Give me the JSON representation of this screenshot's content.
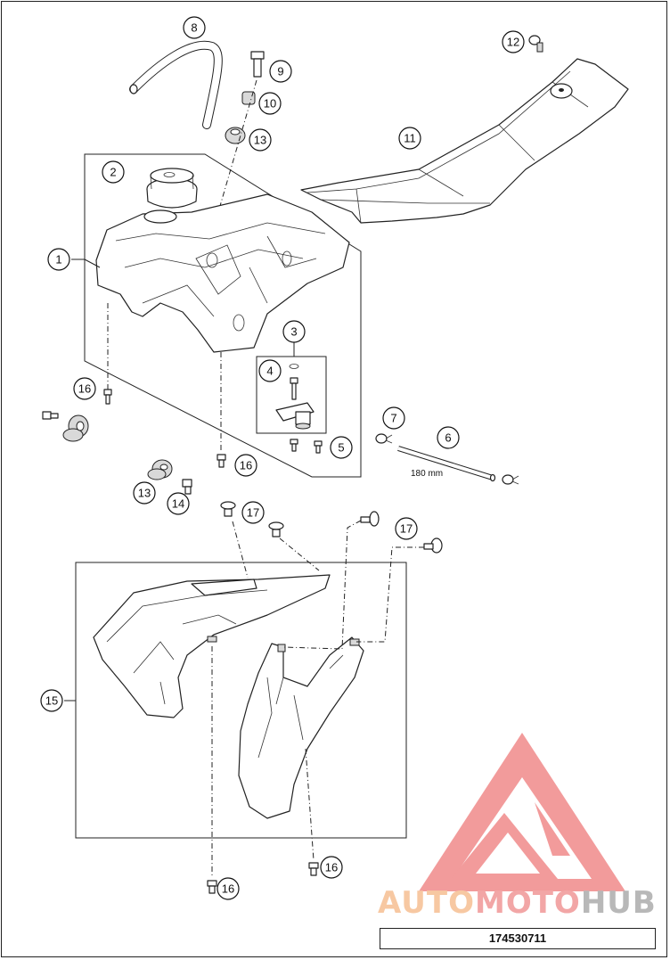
{
  "diagram": {
    "callouts": [
      "1",
      "2",
      "3",
      "4",
      "5",
      "6",
      "7",
      "8",
      "9",
      "10",
      "11",
      "12",
      "13",
      "13",
      "14",
      "15",
      "16",
      "16",
      "16",
      "16",
      "16",
      "17",
      "17"
    ],
    "dimension_label": "180 mm",
    "part_number": "174530711",
    "watermark": {
      "word_1": "AUTO",
      "word_2": "MOTO",
      "word_3": "HUB",
      "colors": {
        "auto": "#f7c8a2",
        "moto": "#f2a6a6",
        "hub": "#b8b8b8",
        "triangle": "#f08a8a"
      }
    }
  }
}
